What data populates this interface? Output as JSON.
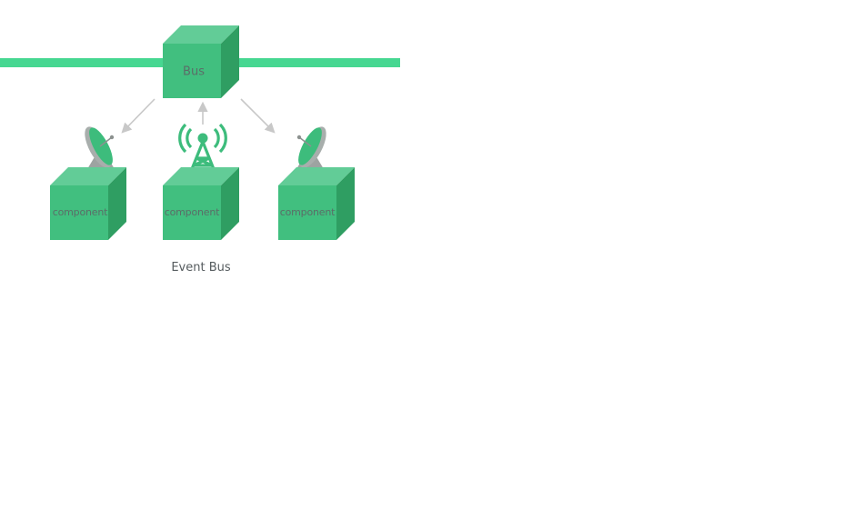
{
  "diagram": {
    "caption": "Event Bus",
    "bus": {
      "label": "Bus"
    },
    "components": [
      {
        "label": "component",
        "icon": "satellite-dish-icon"
      },
      {
        "label": "component",
        "icon": "broadcast-tower-icon"
      },
      {
        "label": "component",
        "icon": "satellite-dish-icon"
      }
    ]
  },
  "colors": {
    "bus_line": "#46d791",
    "cube_front": "#41bf7f",
    "cube_top": "#62cc97",
    "cube_side": "#2f9e62",
    "arrow": "#c8c8c8",
    "dish_body": "#9da3a1",
    "tower": "#3dbc7c"
  }
}
